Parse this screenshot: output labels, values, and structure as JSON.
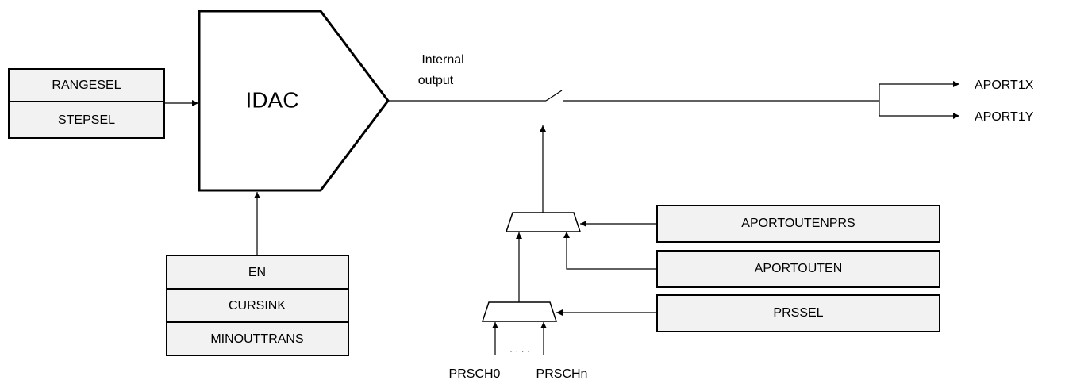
{
  "idac": {
    "label": "IDAC",
    "input_registers": [
      "RANGESEL",
      "STEPSEL"
    ],
    "control_registers": [
      "EN",
      "CURSINK",
      "MINOUTTRANS"
    ]
  },
  "internal_output_label": [
    "Internal",
    "output"
  ],
  "outputs": [
    "APORT1X",
    "APORT1Y"
  ],
  "select_registers": [
    "APORTOUTENPRS",
    "APORTOUTEN",
    "PRSSEL"
  ],
  "prs_channels": {
    "first": "PRSCH0",
    "last": "PRSCHn",
    "ellipsis": "· · · ·"
  },
  "colors": {
    "register_fill": "#f2f2f2",
    "line": "#000000"
  }
}
